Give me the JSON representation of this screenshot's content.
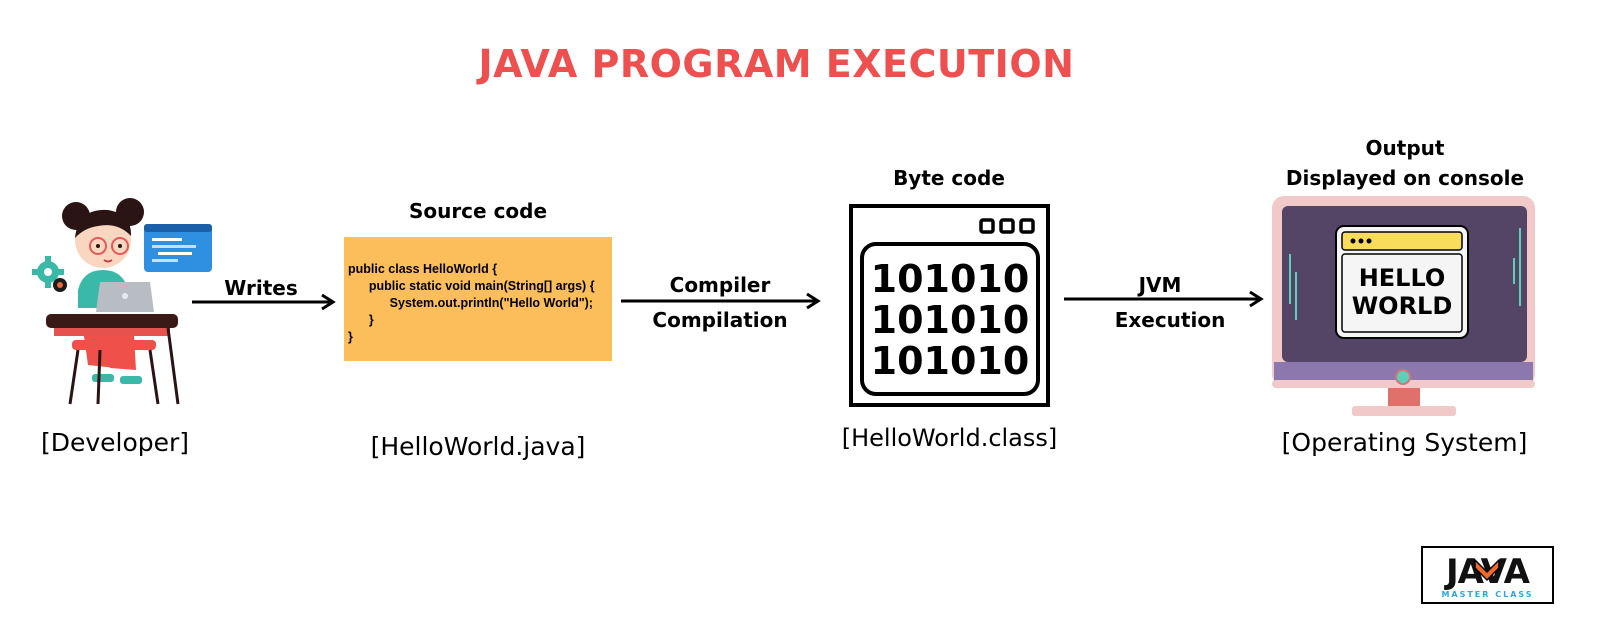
{
  "title": "JAVA PROGRAM EXECUTION",
  "nodes": {
    "developer": {
      "caption": "[Developer]"
    },
    "source": {
      "heading": "Source code",
      "caption": "[HelloWorld.java]",
      "code_lines": [
        "public class HelloWorld {",
        "      public static void main(String[] args) {",
        "            System.out.println(\"Hello World\");",
        "      }",
        "}"
      ]
    },
    "bytecode": {
      "heading": "Byte code",
      "caption": "[HelloWorld.class]",
      "binary_lines": [
        "101010",
        "101010",
        "101010"
      ]
    },
    "output": {
      "heading_line1": "Output",
      "heading_line2": "Displayed on console",
      "caption": "[Operating System]",
      "screen_line1": "HELLO",
      "screen_line2": "WORLD"
    }
  },
  "edges": {
    "writes": {
      "label": "Writes"
    },
    "compile": {
      "label_top": "Compiler",
      "label_bottom": "Compilation"
    },
    "execute": {
      "label_top": "JVM",
      "label_bottom": "Execution"
    }
  },
  "logo": {
    "main": "JAVA",
    "sub": "MASTER CLASS"
  },
  "colors": {
    "title": "#ee5050",
    "code_bg": "#fcbd5b",
    "monitor_frame": "#f2c9c9",
    "monitor_screen": "#544566",
    "window_bar": "#f9dc5c",
    "logo_orange": "#f26a2a",
    "logo_blue": "#2aa8e0"
  }
}
